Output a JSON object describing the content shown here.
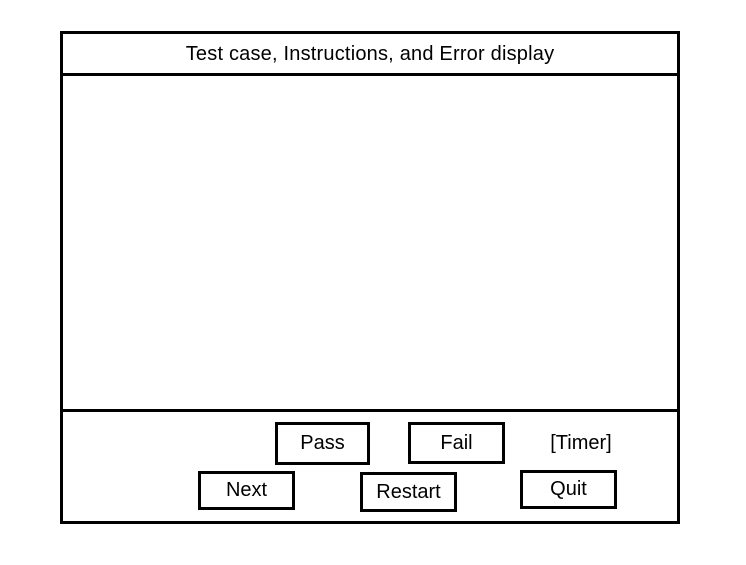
{
  "frame": {
    "title": "Test case, Instructions, and Error display"
  },
  "buttons": {
    "pass": "Pass",
    "fail": "Fail",
    "next": "Next",
    "restart": "Restart",
    "quit": "Quit"
  },
  "timer_placeholder": "[Timer]",
  "colors": {
    "line": "#000000",
    "background": "#ffffff"
  }
}
